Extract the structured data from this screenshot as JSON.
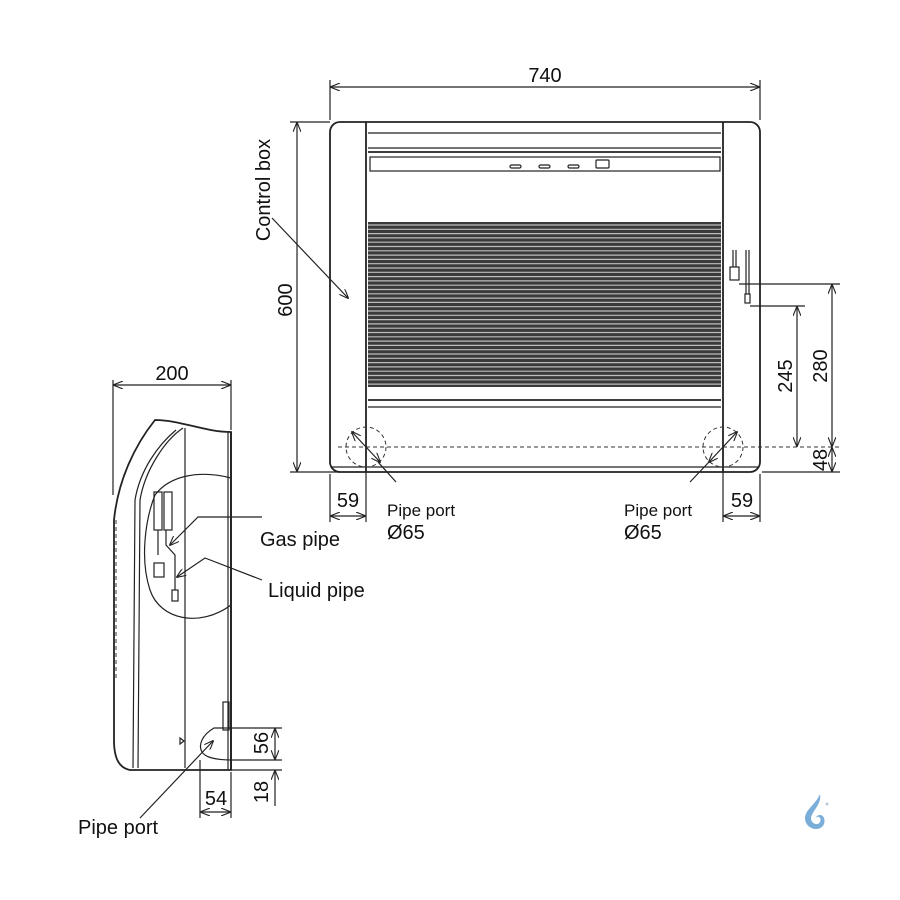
{
  "front_view": {
    "width_dim": "740",
    "height_dim": "600",
    "control_box_label": "Control box",
    "dim_280": "280",
    "dim_245": "245",
    "dim_48": "48",
    "left_offset": "59",
    "right_offset": "59",
    "left_pipe_port": {
      "label": "Pipe port",
      "diameter": "Ø65"
    },
    "right_pipe_port": {
      "label": "Pipe port",
      "diameter": "Ø65"
    }
  },
  "side_view": {
    "depth_dim": "200",
    "gas_pipe_label": "Gas pipe",
    "liquid_pipe_label": "Liquid pipe",
    "pipe_port_label": "Pipe port",
    "dim_56": "56",
    "dim_18": "18",
    "dim_54": "54"
  },
  "colors": {
    "line": "#222222",
    "logo": "#7aaed8"
  }
}
